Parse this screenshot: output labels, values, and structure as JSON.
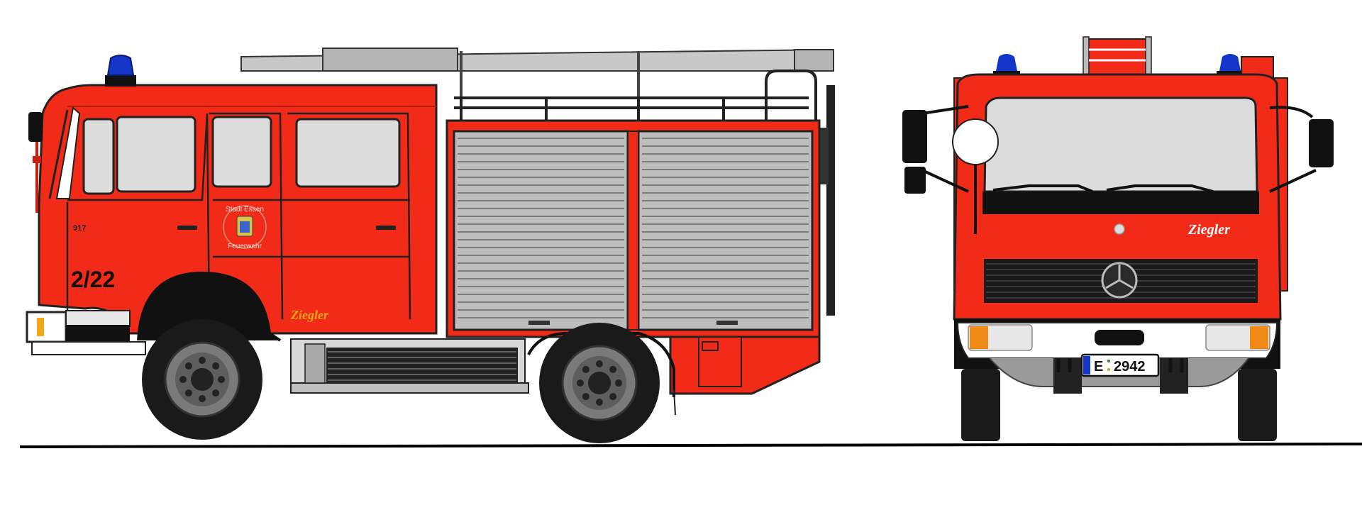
{
  "side_view": {
    "unit_number": "2/22",
    "model_badge": "917",
    "crest_text_top": "Stadt Essen",
    "crest_text_bottom": "Feuerwehr",
    "builder_logo": "Ziegler"
  },
  "front_view": {
    "builder_logo": "Ziegler",
    "plate_prefix": "E",
    "plate_number": "2942"
  },
  "colors": {
    "body_red": "#f22a18",
    "dark_red": "#c81f10",
    "shutter_grey": "#bdbdbd",
    "window_grey": "#dcdcdc",
    "beacon_blue": "#1436c8",
    "logo_yellow": "#f2a81a",
    "tire_black": "#1a1a1a",
    "rim_grey": "#7a7a7a"
  }
}
